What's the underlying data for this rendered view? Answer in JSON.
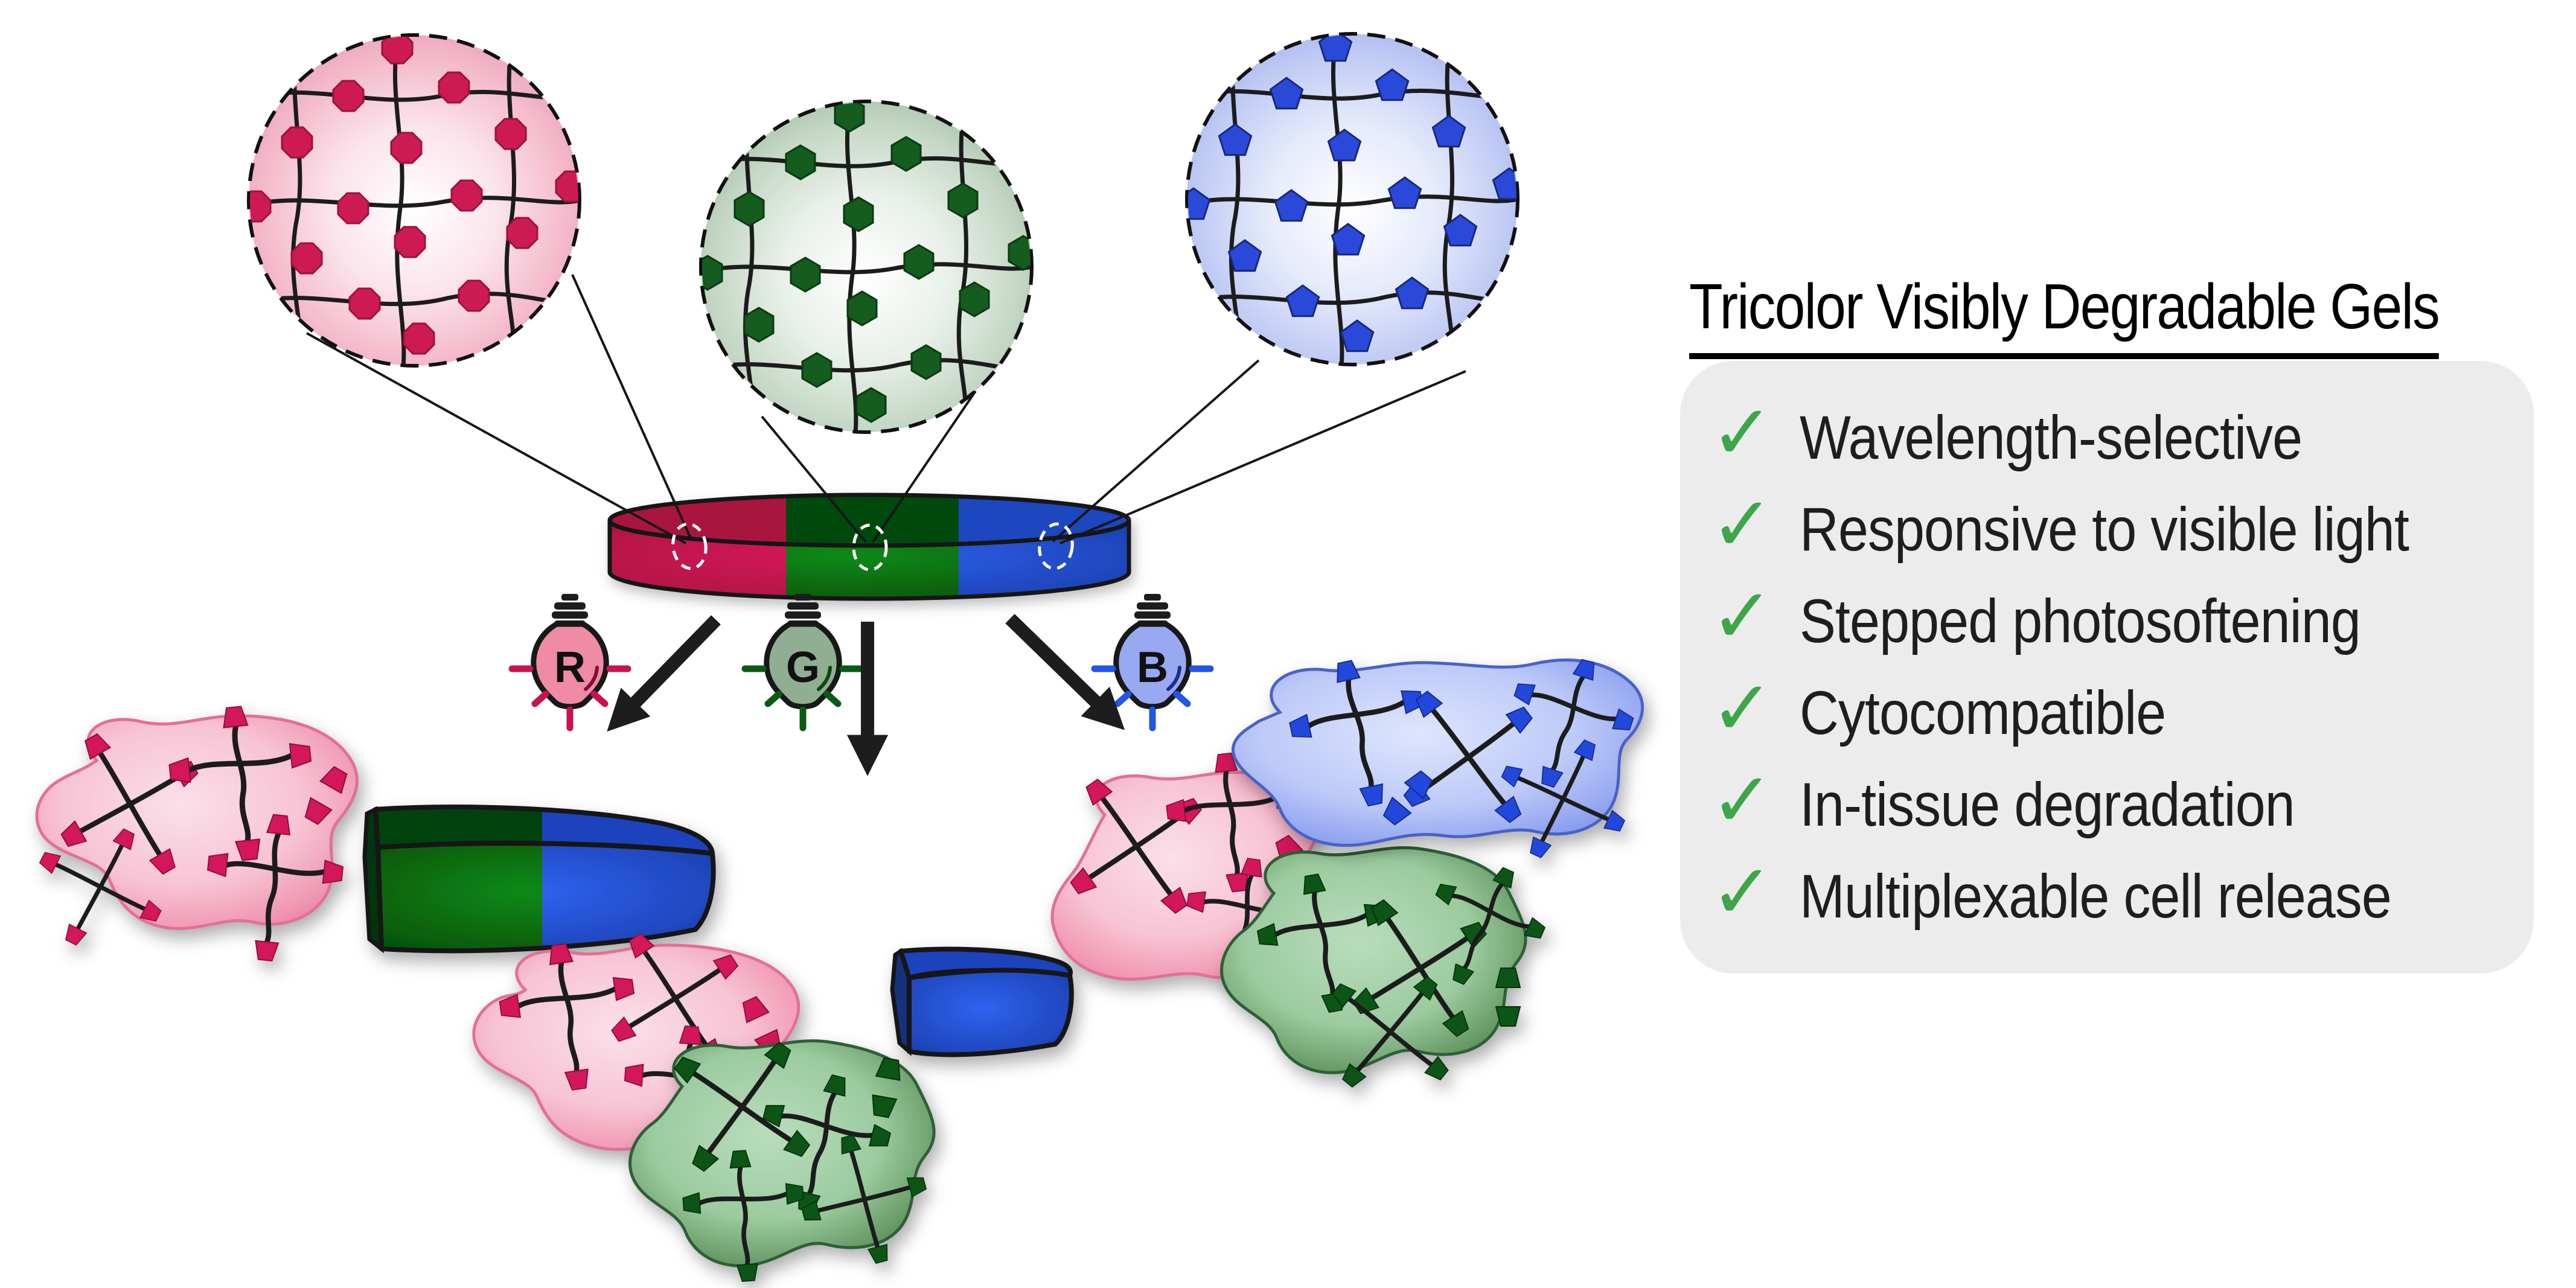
{
  "panel": {
    "title": "Tricolor Visibly Degradable Gels",
    "check_glyph": "✓",
    "items": [
      "Wavelength-selective",
      "Responsive to visible light",
      "Stepped photosoftening",
      "Cytocompatible",
      "In-tissue degradation",
      "Multiplexable cell release"
    ],
    "background": "#ECECED",
    "check_color": "#3CA648",
    "text_color": "#1E1E1E"
  },
  "bulbs": [
    {
      "label": "R",
      "fill": "#EF8BA4",
      "ray_color": "#C8134E"
    },
    {
      "label": "G",
      "fill": "#8FAE92",
      "ray_color": "#0A5A14"
    },
    {
      "label": "B",
      "fill": "#98A9F2",
      "ray_color": "#2255E8"
    }
  ],
  "gels": {
    "red": {
      "node_shape": "octagon",
      "network_color": "#CE1A52",
      "disc_color": "#C2164E"
    },
    "green": {
      "node_shape": "hexagon",
      "network_color": "#155C1F",
      "disc_color": "#0A6B12"
    },
    "blue": {
      "node_shape": "pentagon",
      "network_color": "#2B49D8",
      "disc_color": "#2356DC"
    }
  }
}
